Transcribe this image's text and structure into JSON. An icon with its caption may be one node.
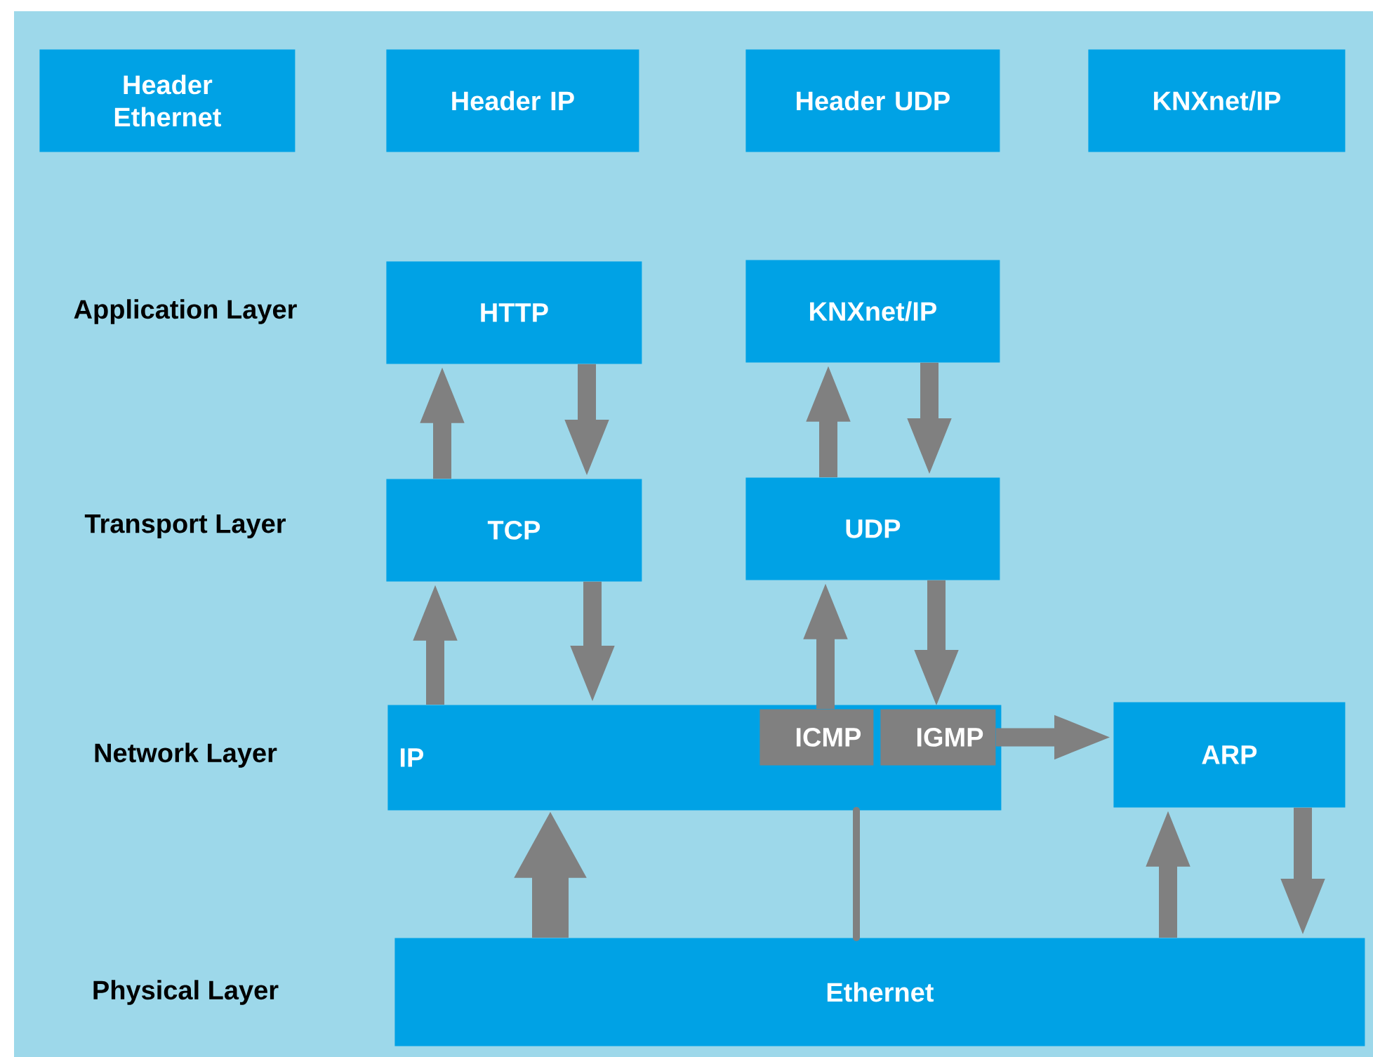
{
  "diagram": {
    "nodes": [
      {
        "text": [
          "Header Ethernet"
        ]
      },
      {
        "text": [
          "Header IP"
        ]
      },
      {
        "text": [
          "Header UDP"
        ]
      },
      {
        "text": [
          "KNXnet/IP"
        ]
      },
      {
        "text": [
          "HTTP"
        ]
      },
      {
        "text": [
          "KNXnet/IP"
        ]
      },
      {
        "text": [
          "TCP"
        ]
      },
      {
        "text": [
          "UDP"
        ]
      },
      {
        "text": [
          "IP"
        ]
      },
      {
        "text": [
          "ICMP"
        ],
        "in": 8
      },
      {
        "text": [
          "IGMP"
        ],
        "in": 8
      },
      {
        "text": [
          "ARP"
        ]
      },
      {
        "text": [
          "Ethernet"
        ]
      }
    ],
    "edges": [
      {
        "from": 6,
        "to": 4,
        "arrow": "to"
      },
      {
        "from": 4,
        "to": 6,
        "arrow": "to"
      },
      {
        "from": 7,
        "to": 5,
        "arrow": "to"
      },
      {
        "from": 5,
        "to": 7,
        "arrow": "to"
      },
      {
        "from": 8,
        "to": 6,
        "arrow": "to"
      },
      {
        "from": 6,
        "to": 8,
        "arrow": "to"
      },
      {
        "from": 9,
        "to": 7,
        "arrow": "to"
      },
      {
        "from": 7,
        "to": 10,
        "arrow": "to"
      },
      {
        "from": 10,
        "to": 11,
        "arrow": "to"
      },
      {
        "from": 12,
        "to": 8,
        "arrow": "to",
        "style": "thick"
      },
      {
        "from": 8,
        "to": 12,
        "arrow": "none"
      },
      {
        "from": 12,
        "to": 11,
        "arrow": "to"
      },
      {
        "from": 11,
        "to": 12,
        "arrow": "to"
      }
    ],
    "labels": [
      "Application Layer",
      "Transport Layer",
      "Network Layer",
      "Physical Layer"
    ]
  }
}
